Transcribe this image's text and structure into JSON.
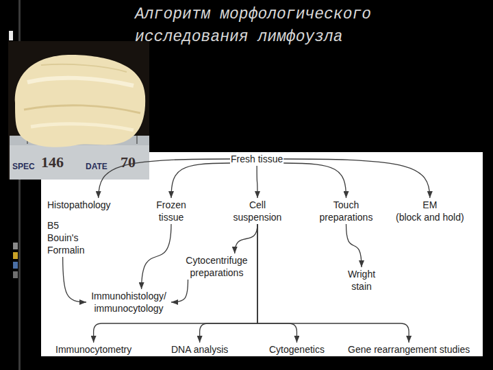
{
  "diagram": {
    "title": "Алгоритм морфологического исследования лимфоузла",
    "nodes": [
      {
        "text": [
          "Fresh tissue"
        ]
      },
      {
        "text": [
          "Histopathology",
          "B5 Bouin's Formalin"
        ]
      },
      {
        "text": [
          "Frozen tissue"
        ]
      },
      {
        "text": [
          "Cell suspension"
        ]
      },
      {
        "text": [
          "Touch preparations"
        ]
      },
      {
        "text": [
          "EM",
          "(block and hold)"
        ]
      },
      {
        "text": [
          "Cytocentrifuge preparations"
        ]
      },
      {
        "text": [
          "Wright stain"
        ]
      },
      {
        "text": [
          "Immunohistology/ immunocytology"
        ]
      },
      {
        "text": [
          "Immunocytometry"
        ]
      },
      {
        "text": [
          "DNA analysis"
        ]
      },
      {
        "text": [
          "Cytogenetics"
        ]
      },
      {
        "text": [
          "Gene rearrangement studies"
        ]
      }
    ],
    "edges": [
      {
        "from": 0,
        "to": 1,
        "arrow": "to"
      },
      {
        "from": 0,
        "to": 2,
        "arrow": "to"
      },
      {
        "from": 0,
        "to": 3,
        "arrow": "to"
      },
      {
        "from": 0,
        "to": 4,
        "arrow": "to"
      },
      {
        "from": 0,
        "to": 5,
        "arrow": "to"
      },
      {
        "from": 1,
        "to": 8,
        "arrow": "to"
      },
      {
        "from": 2,
        "to": 8,
        "arrow": "to"
      },
      {
        "from": 3,
        "to": 6,
        "arrow": "to"
      },
      {
        "from": 6,
        "to": 8,
        "arrow": "to"
      },
      {
        "from": 4,
        "to": 7,
        "arrow": "to"
      },
      {
        "from": 3,
        "to": 9,
        "arrow": "to"
      },
      {
        "from": 3,
        "to": 10,
        "arrow": "to"
      },
      {
        "from": 3,
        "to": 11,
        "arrow": "to"
      },
      {
        "from": 3,
        "to": 12,
        "arrow": "to"
      }
    ],
    "labels": [
      "SPEC",
      "146",
      "DATE",
      "70"
    ]
  }
}
